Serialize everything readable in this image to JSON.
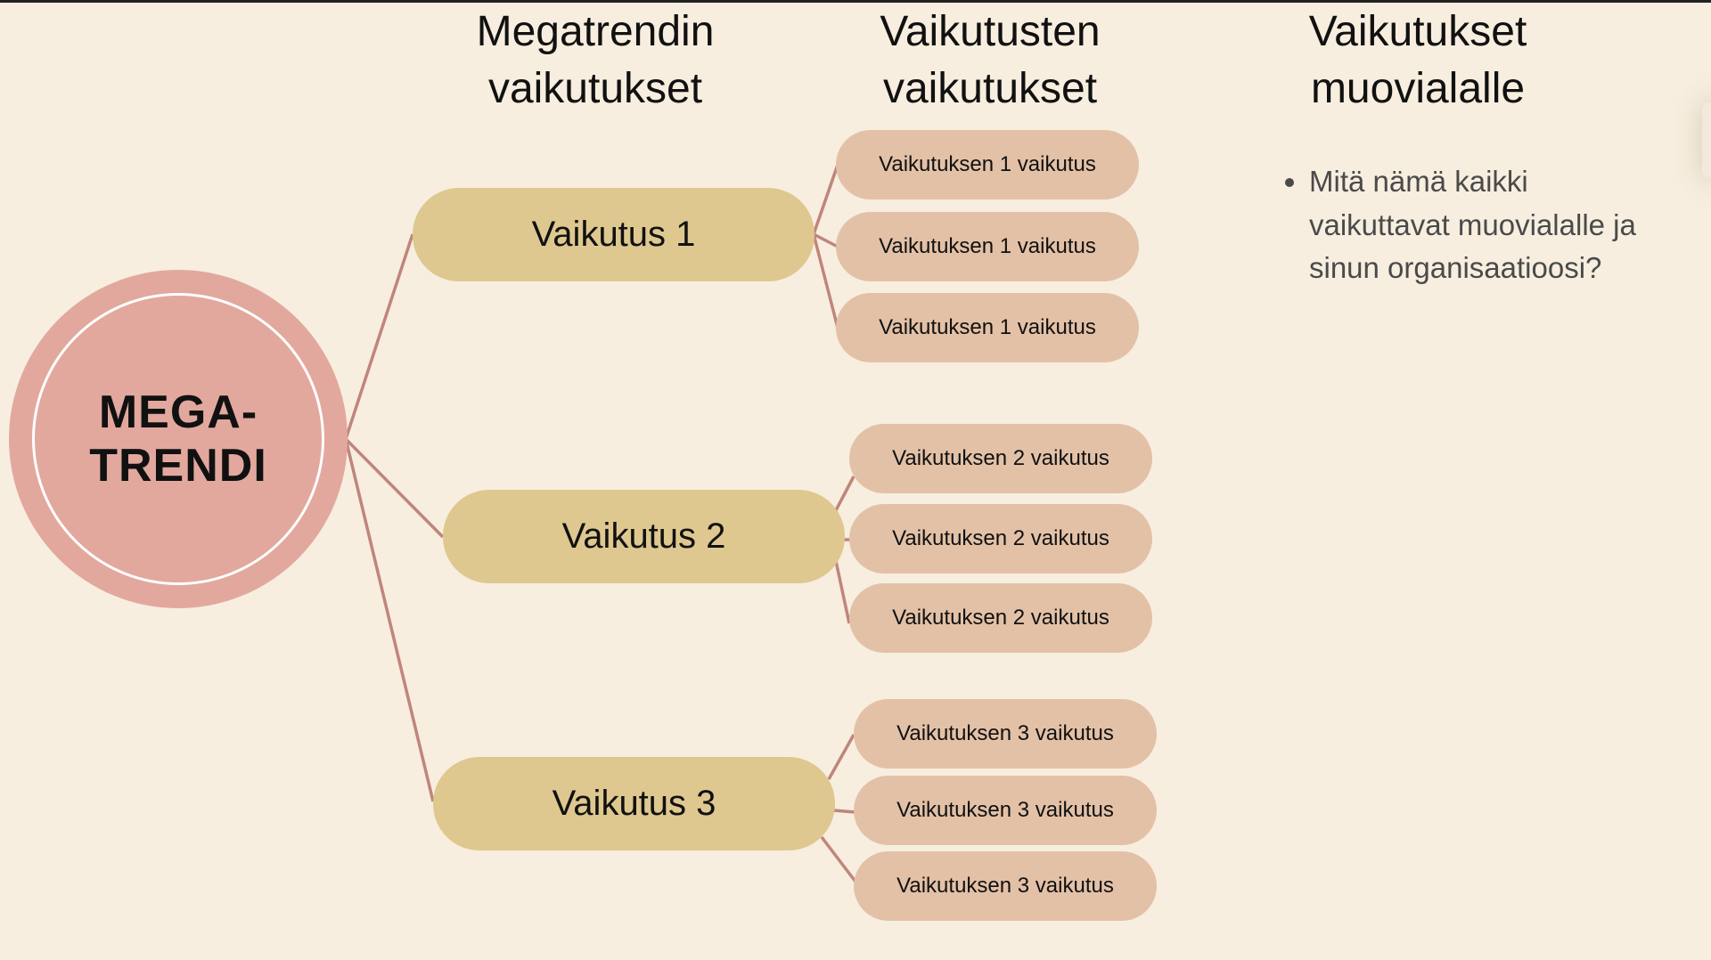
{
  "headers": {
    "col1": [
      "Megatrendin",
      "vaikutukset"
    ],
    "col2": [
      "Vaikutusten",
      "vaikutukset"
    ],
    "col3": [
      "Vaikutukset",
      "muovialalle"
    ]
  },
  "center": {
    "line1": "MEGA-",
    "line2": "TRENDI"
  },
  "effects": [
    {
      "label": "Vaikutus 1",
      "sub": [
        "Vaikutuksen 1 vaikutus",
        "Vaikutuksen 1 vaikutus",
        "Vaikutuksen 1 vaikutus"
      ]
    },
    {
      "label": "Vaikutus 2",
      "sub": [
        "Vaikutuksen 2 vaikutus",
        "Vaikutuksen 2 vaikutus",
        "Vaikutuksen 2 vaikutus"
      ]
    },
    {
      "label": "Vaikutus 3",
      "sub": [
        "Vaikutuksen 3 vaikutus",
        "Vaikutuksen 3 vaikutus",
        "Vaikutuksen 3 vaikutus"
      ]
    }
  ],
  "bullet": "Mitä nämä kaikki vaikuttavat muovialalle ja sinun organisaatioosi?",
  "colors": {
    "background": "#f7eedf",
    "circle": "#e2a89e",
    "effect": "#dec88f",
    "sub_effect": "#e3c1a7",
    "line": "#c0857b"
  }
}
